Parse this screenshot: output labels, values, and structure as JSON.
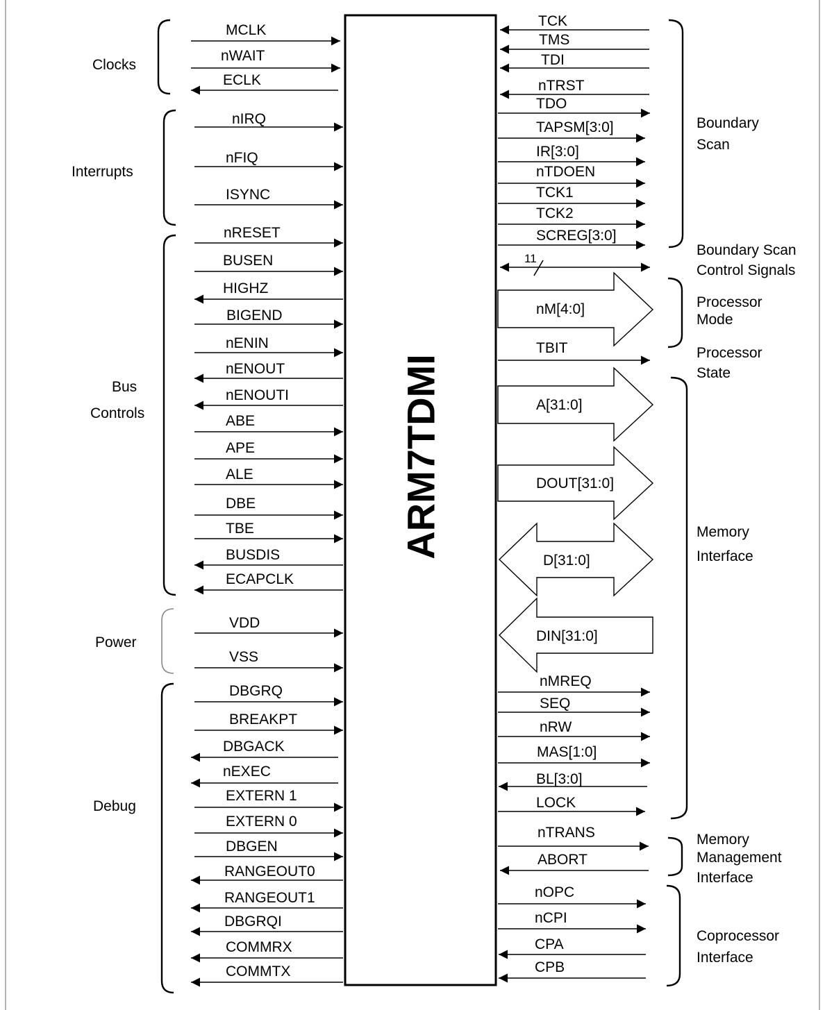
{
  "chip": {
    "name": "ARM7TDMI"
  },
  "left_groups": [
    {
      "label": "Clocks",
      "signals": [
        {
          "name": "MCLK",
          "dir": "in"
        },
        {
          "name": "nWAIT",
          "dir": "in"
        },
        {
          "name": "ECLK",
          "dir": "out"
        }
      ]
    },
    {
      "label": "Interrupts",
      "signals": [
        {
          "name": "nIRQ",
          "dir": "in"
        },
        {
          "name": "nFIQ",
          "dir": "in"
        },
        {
          "name": "ISYNC",
          "dir": "in"
        }
      ]
    },
    {
      "label": "Bus Controls",
      "signals": [
        {
          "name": "nRESET",
          "dir": "in"
        },
        {
          "name": "BUSEN",
          "dir": "in"
        },
        {
          "name": "HIGHZ",
          "dir": "out"
        },
        {
          "name": "BIGEND",
          "dir": "in"
        },
        {
          "name": "nENIN",
          "dir": "in"
        },
        {
          "name": "nENOUT",
          "dir": "out"
        },
        {
          "name": "nENOUTI",
          "dir": "out"
        },
        {
          "name": "ABE",
          "dir": "in"
        },
        {
          "name": "APE",
          "dir": "in"
        },
        {
          "name": "ALE",
          "dir": "in"
        },
        {
          "name": "DBE",
          "dir": "in"
        },
        {
          "name": "TBE",
          "dir": "in"
        },
        {
          "name": "BUSDIS",
          "dir": "out"
        },
        {
          "name": "ECAPCLK",
          "dir": "out"
        }
      ]
    },
    {
      "label": "Power",
      "signals": [
        {
          "name": "VDD",
          "dir": "in"
        },
        {
          "name": "VSS",
          "dir": "in"
        }
      ]
    },
    {
      "label": "Debug",
      "signals": [
        {
          "name": "DBGRQ",
          "dir": "in"
        },
        {
          "name": "BREAKPT",
          "dir": "in"
        },
        {
          "name": "DBGACK",
          "dir": "out"
        },
        {
          "name": "nEXEC",
          "dir": "out"
        },
        {
          "name": "EXTERN 1",
          "dir": "in"
        },
        {
          "name": "EXTERN 0",
          "dir": "in"
        },
        {
          "name": "DBGEN",
          "dir": "in"
        },
        {
          "name": "RANGEOUT0",
          "dir": "out"
        },
        {
          "name": "RANGEOUT1",
          "dir": "out"
        },
        {
          "name": "DBGRQI",
          "dir": "out"
        },
        {
          "name": "COMMRX",
          "dir": "out"
        },
        {
          "name": "COMMTX",
          "dir": "out"
        }
      ]
    }
  ],
  "right_groups": [
    {
      "label": "Boundary Scan",
      "signals": [
        {
          "name": "TCK",
          "dir": "in"
        },
        {
          "name": "TMS",
          "dir": "in"
        },
        {
          "name": "TDI",
          "dir": "in"
        },
        {
          "name": "nTRST",
          "dir": "in"
        },
        {
          "name": "TDO",
          "dir": "out"
        },
        {
          "name": "TAPSM[3:0]",
          "dir": "out"
        },
        {
          "name": "IR[3:0]",
          "dir": "out"
        },
        {
          "name": "nTDOEN",
          "dir": "out"
        },
        {
          "name": "TCK1",
          "dir": "out"
        },
        {
          "name": "TCK2",
          "dir": "out"
        },
        {
          "name": "SCREG[3:0]",
          "dir": "out"
        }
      ]
    },
    {
      "label": "Boundary Scan Control Signals",
      "bus_width": "11"
    },
    {
      "label": "Processor Mode",
      "signals": [
        {
          "name": "nM[4:0]",
          "dir": "out",
          "bus": true
        }
      ]
    },
    {
      "label": "Processor State",
      "signals": [
        {
          "name": "TBIT",
          "dir": "out"
        }
      ]
    },
    {
      "label": "Memory Interface",
      "signals": [
        {
          "name": "A[31:0]",
          "dir": "out",
          "bus": true
        },
        {
          "name": "DOUT[31:0]",
          "dir": "out",
          "bus": true
        },
        {
          "name": "D[31:0]",
          "dir": "bidir",
          "bus": true
        },
        {
          "name": "DIN[31:0]",
          "dir": "in",
          "bus": true
        },
        {
          "name": "nMREQ",
          "dir": "out"
        },
        {
          "name": "SEQ",
          "dir": "out"
        },
        {
          "name": "nRW",
          "dir": "out"
        },
        {
          "name": "MAS[1:0]",
          "dir": "out"
        },
        {
          "name": "BL[3:0]",
          "dir": "in"
        },
        {
          "name": "LOCK",
          "dir": "out"
        }
      ]
    },
    {
      "label": "Memory Management Interface",
      "signals": [
        {
          "name": "nTRANS",
          "dir": "out"
        },
        {
          "name": "ABORT",
          "dir": "in"
        }
      ]
    },
    {
      "label": "Coprocessor Interface",
      "signals": [
        {
          "name": "nOPC",
          "dir": "out"
        },
        {
          "name": "nCPI",
          "dir": "out"
        },
        {
          "name": "CPA",
          "dir": "in"
        },
        {
          "name": "CPB",
          "dir": "in"
        }
      ]
    }
  ],
  "group_text": {
    "clocks": "Clocks",
    "interrupts": "Interrupts",
    "bus_controls": [
      "Bus",
      "Controls"
    ],
    "power": "Power",
    "debug": "Debug",
    "boundary_scan": [
      "Boundary",
      "Scan"
    ],
    "boundary_scan_control": [
      "Boundary Scan",
      "Control Signals"
    ],
    "processor_mode": [
      "Processor",
      "Mode"
    ],
    "processor_state": [
      "Processor",
      "State"
    ],
    "memory_interface": [
      "Memory",
      "Interface"
    ],
    "memory_management": [
      "Memory",
      "Management",
      "Interface"
    ],
    "coprocessor": [
      "Coprocessor",
      "Interface"
    ]
  },
  "labels": {
    "l": [
      "MCLK",
      "nWAIT",
      "ECLK",
      "nIRQ",
      "nFIQ",
      "ISYNC",
      "nRESET",
      "BUSEN",
      "HIGHZ",
      "BIGEND",
      "nENIN",
      "nENOUT",
      "nENOUTI",
      "ABE",
      "APE",
      "ALE",
      "DBE",
      "TBE",
      "BUSDIS",
      "ECAPCLK",
      "VDD",
      "VSS",
      "DBGRQ",
      "BREAKPT",
      "DBGACK",
      "nEXEC",
      "EXTERN 1",
      "EXTERN 0",
      "DBGEN",
      "RANGEOUT0",
      "RANGEOUT1",
      "DBGRQI",
      "COMMRX",
      "COMMTX"
    ],
    "r": [
      "TCK",
      "TMS",
      "TDI",
      "nTRST",
      "TDO",
      "TAPSM[3:0]",
      "IR[3:0]",
      "nTDOEN",
      "TCK1",
      "TCK2",
      "SCREG[3:0]",
      "11",
      "nM[4:0]",
      "TBIT",
      "A[31:0]",
      "DOUT[31:0]",
      "D[31:0]",
      "DIN[31:0]",
      "nMREQ",
      "SEQ",
      "nRW",
      "MAS[1:0]",
      "BL[3:0]",
      "LOCK",
      "nTRANS",
      "ABORT",
      "nOPC",
      "nCPI",
      "CPA",
      "CPB"
    ]
  }
}
